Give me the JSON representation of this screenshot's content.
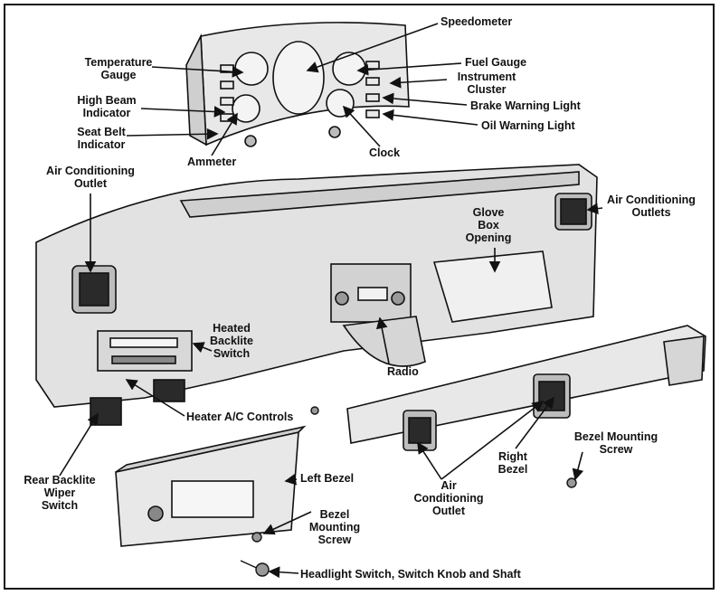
{
  "labels": {
    "speedometer": "Speedometer",
    "temperature_gauge": "Temperature\nGauge",
    "fuel_gauge": "Fuel Gauge",
    "instrument_cluster": "Instrument\nCluster",
    "high_beam_indicator": "High Beam\nIndicator",
    "brake_warning_light": "Brake Warning Light",
    "oil_warning_light": "Oil Warning Light",
    "seat_belt_indicator": "Seat Belt\nIndicator",
    "clock": "Clock",
    "ammeter": "Ammeter",
    "ac_outlet_left": "Air Conditioning\nOutlet",
    "ac_outlets_right": "Air Conditioning\nOutlets",
    "glove_box_opening": "Glove\nBox\nOpening",
    "heated_backlite_switch": "Heated\nBacklite\nSwitch",
    "radio": "Radio",
    "heater_ac_controls": "Heater A/C Controls",
    "bezel_mounting_screw_right": "Bezel Mounting\nScrew",
    "right_bezel": "Right\nBezel",
    "rear_backlite_wiper_switch": "Rear Backlite\nWiper\nSwitch",
    "left_bezel": "Left Bezel",
    "ac_outlet_bottom": "Air\nConditioning\nOutlet",
    "bezel_mounting_screw_left": "Bezel\nMounting\nScrew",
    "headlight_switch": "Headlight Switch, Switch Knob and Shaft"
  },
  "colors": {
    "ink": "#111111",
    "part_fill": "#e4e4e4",
    "dark_fill": "#2a2a2a"
  }
}
